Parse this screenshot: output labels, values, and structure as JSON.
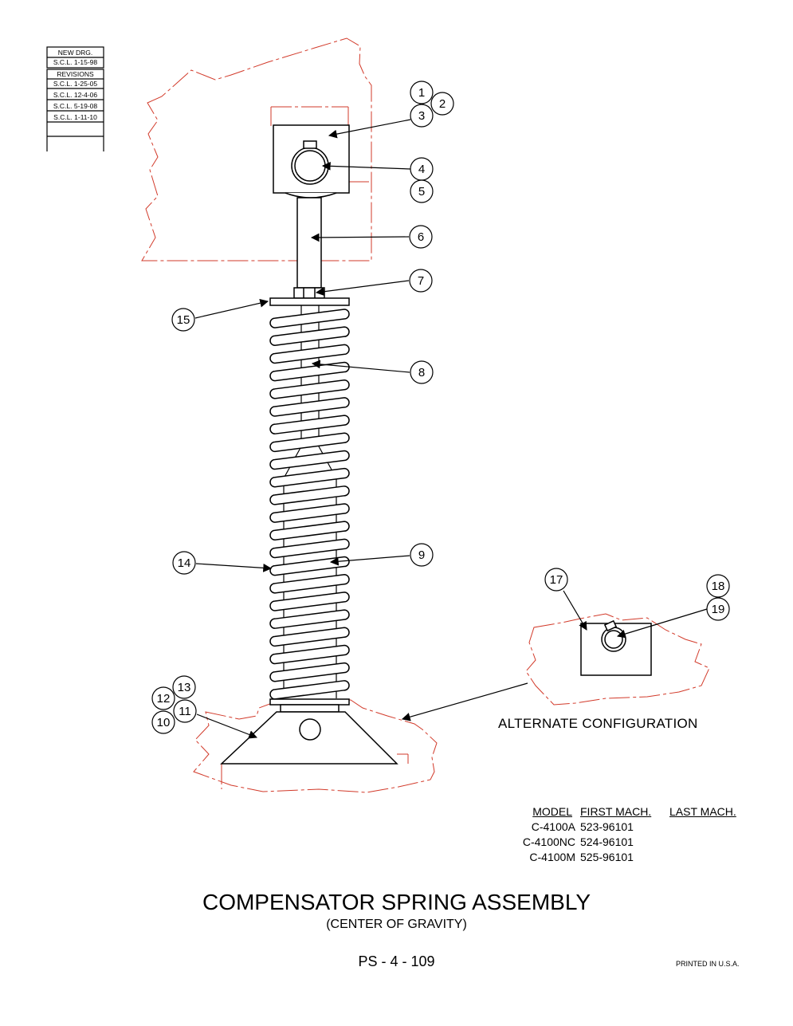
{
  "revision_block": {
    "header_1": "NEW DRG.",
    "header_2": "S.C.L. 1-15-98",
    "title": "REVISIONS",
    "entries": [
      "S.C.L. 1-25-05",
      "S.C.L. 12-4-06",
      "S.C.L. 5-19-08",
      "S.C.L. 1-11-10"
    ]
  },
  "callouts": {
    "c1": "1",
    "c2": "2",
    "c3": "3",
    "c4": "4",
    "c5": "5",
    "c6": "6",
    "c7": "7",
    "c8": "8",
    "c9": "9",
    "c10": "10",
    "c11": "11",
    "c12": "12",
    "c13": "13",
    "c14": "14",
    "c15": "15",
    "c17": "17",
    "c18": "18",
    "c19": "19"
  },
  "alternate_label": "ALTERNATE CONFIGURATION",
  "model_table": {
    "headers": [
      "MODEL",
      "FIRST MACH.",
      "LAST MACH."
    ],
    "rows": [
      {
        "model": "C-4100A",
        "first": "523-96101",
        "last": ""
      },
      {
        "model": "C-4100NC",
        "first": "524-96101",
        "last": ""
      },
      {
        "model": "C-4100M",
        "first": "525-96101",
        "last": ""
      }
    ]
  },
  "title": "COMPENSATOR SPRING ASSEMBLY",
  "subtitle": "(CENTER OF GRAVITY)",
  "page_number": "PS - 4 - 109",
  "printed": "PRINTED IN U.S.A.",
  "colors": {
    "line": "#000000",
    "outline": "#d23a2a"
  }
}
